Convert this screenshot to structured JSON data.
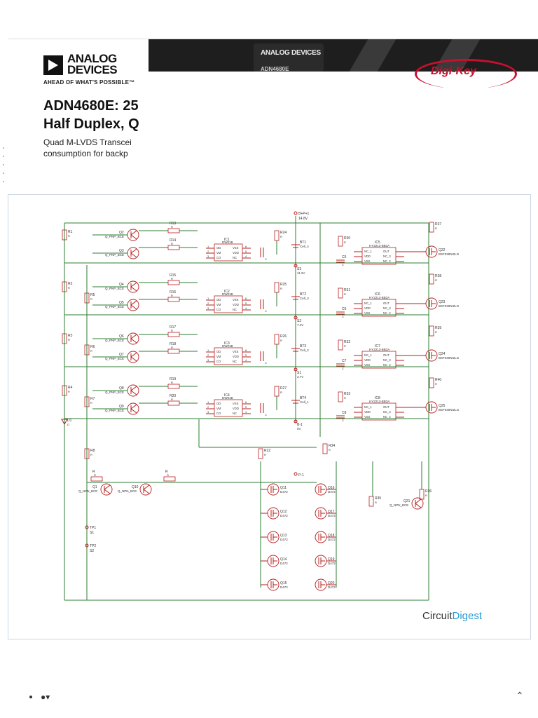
{
  "ad": {
    "brand_line1": "ANALOG",
    "brand_line2": "DEVICES",
    "tagline": "AHEAD OF WHAT'S POSSIBLE™",
    "title_line1": "ADN4680E: 25",
    "title_line2": "Half Duplex, Q",
    "desc_line1": "Quad M-LVDS Transcei",
    "desc_line2": "consumption for backp",
    "chip_brand": "ANALOG DEVICES",
    "chip_part": "ADN4680E",
    "retailer": "Digi-Key"
  },
  "schematic": {
    "top_node_label": "B+P+1",
    "top_voltage": "14.8V",
    "stages": [
      {
        "ic": "IC1",
        "part": "DW01B",
        "cell": "BT1",
        "cell_name": "Cell_4",
        "node": "S3",
        "volt": "11.2V",
        "r_top": "R13",
        "r_bot": "R14",
        "q_top": "Q2",
        "q_bot": "Q3",
        "r_cap": "R24",
        "ic2": "IC5",
        "mos": "Q22",
        "r_side": "R30",
        "r_right": "R37",
        "cap": "C5"
      },
      {
        "ic": "IC2",
        "part": "DW01B",
        "cell": "BT2",
        "cell_name": "Cell_3",
        "node": "S2",
        "volt": "7.4V",
        "r_top": "R15",
        "r_bot": "R16",
        "q_top": "Q4",
        "q_bot": "Q5",
        "r_cap": "R25",
        "ic2": "IC6",
        "mos": "Q23",
        "r_side": "R31",
        "r_right": "R38",
        "cap": "C6"
      },
      {
        "ic": "IC3",
        "part": "DW01B",
        "cell": "BT3",
        "cell_name": "Cell_2",
        "node": "S1",
        "volt": "3.7V",
        "r_top": "R17",
        "r_bot": "R18",
        "q_top": "Q6",
        "q_bot": "Q7",
        "r_cap": "R26",
        "ic2": "IC7",
        "mos": "Q24",
        "r_side": "R32",
        "r_right": "R39",
        "cap": "C7"
      },
      {
        "ic": "IC4",
        "part": "DW01B",
        "cell": "BT4",
        "cell_name": "Cell_1",
        "node": "B-1",
        "volt": "0V",
        "r_top": "R19",
        "r_bot": "R20",
        "q_top": "Q8",
        "q_bot": "Q9",
        "r_cap": "R27",
        "ic2": "IC8",
        "mos": "Q25",
        "r_side": "R33",
        "r_right": "R40",
        "cap": "C8"
      }
    ],
    "ic2_part": "HY2213-BB3A",
    "mos_part": "BSF030NI2LG",
    "ic_pins_left": [
      "OD",
      "VM",
      "CO"
    ],
    "ic_pins_right": [
      "VSS",
      "VDD",
      "NC"
    ],
    "ic2_pins_left": [
      "NC_1",
      "VDD",
      "VSS"
    ],
    "ic2_pins_right": [
      "OUT",
      "NC_3",
      "NC_2"
    ],
    "left_resistors": [
      "R1",
      "R2",
      "R3",
      "R4"
    ],
    "mid_resistors": [
      "R5",
      "R6",
      "R7",
      "R8"
    ],
    "diode": "D1",
    "pnp_label": "Q_PNP_BCE",
    "npn_label": "Q_NPN_BCE",
    "q1": "Q1",
    "q10": "Q10",
    "q21": "Q21",
    "bottom_mosfets_left": [
      "Q11",
      "Q12",
      "Q13",
      "Q14",
      "Q15"
    ],
    "bottom_mosfets_right": [
      "Q16",
      "Q17",
      "Q18",
      "Q19",
      "Q20"
    ],
    "mosfet_part": "D472",
    "r22": "R22",
    "r34": "R34",
    "r35": "R35",
    "r36": "R36",
    "tp_labels": [
      "TP1",
      "TP2"
    ],
    "s_labels": [
      "S1",
      "S2"
    ],
    "p_minus": "P-1",
    "r_generic": "R",
    "c_generic": "C",
    "d_generic": "D"
  },
  "watermark": {
    "part1": "Circuit",
    "part2": "Digest"
  },
  "bottom": {
    "user_icon": "user-icon",
    "chevron_up": "chevron-up-icon"
  }
}
